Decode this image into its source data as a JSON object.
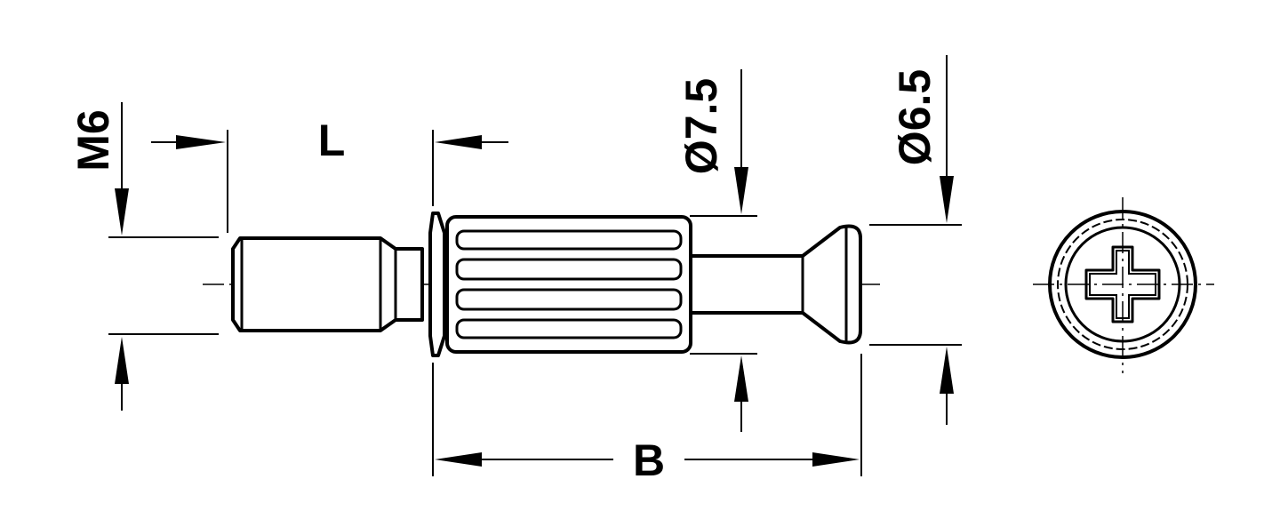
{
  "labels": {
    "thread": "M6",
    "length": "L",
    "body_diameter": "Ø7.5",
    "head_diameter": "Ø6.5",
    "total_length": "B"
  },
  "colors": {
    "line": "#000000",
    "background": "#ffffff"
  }
}
